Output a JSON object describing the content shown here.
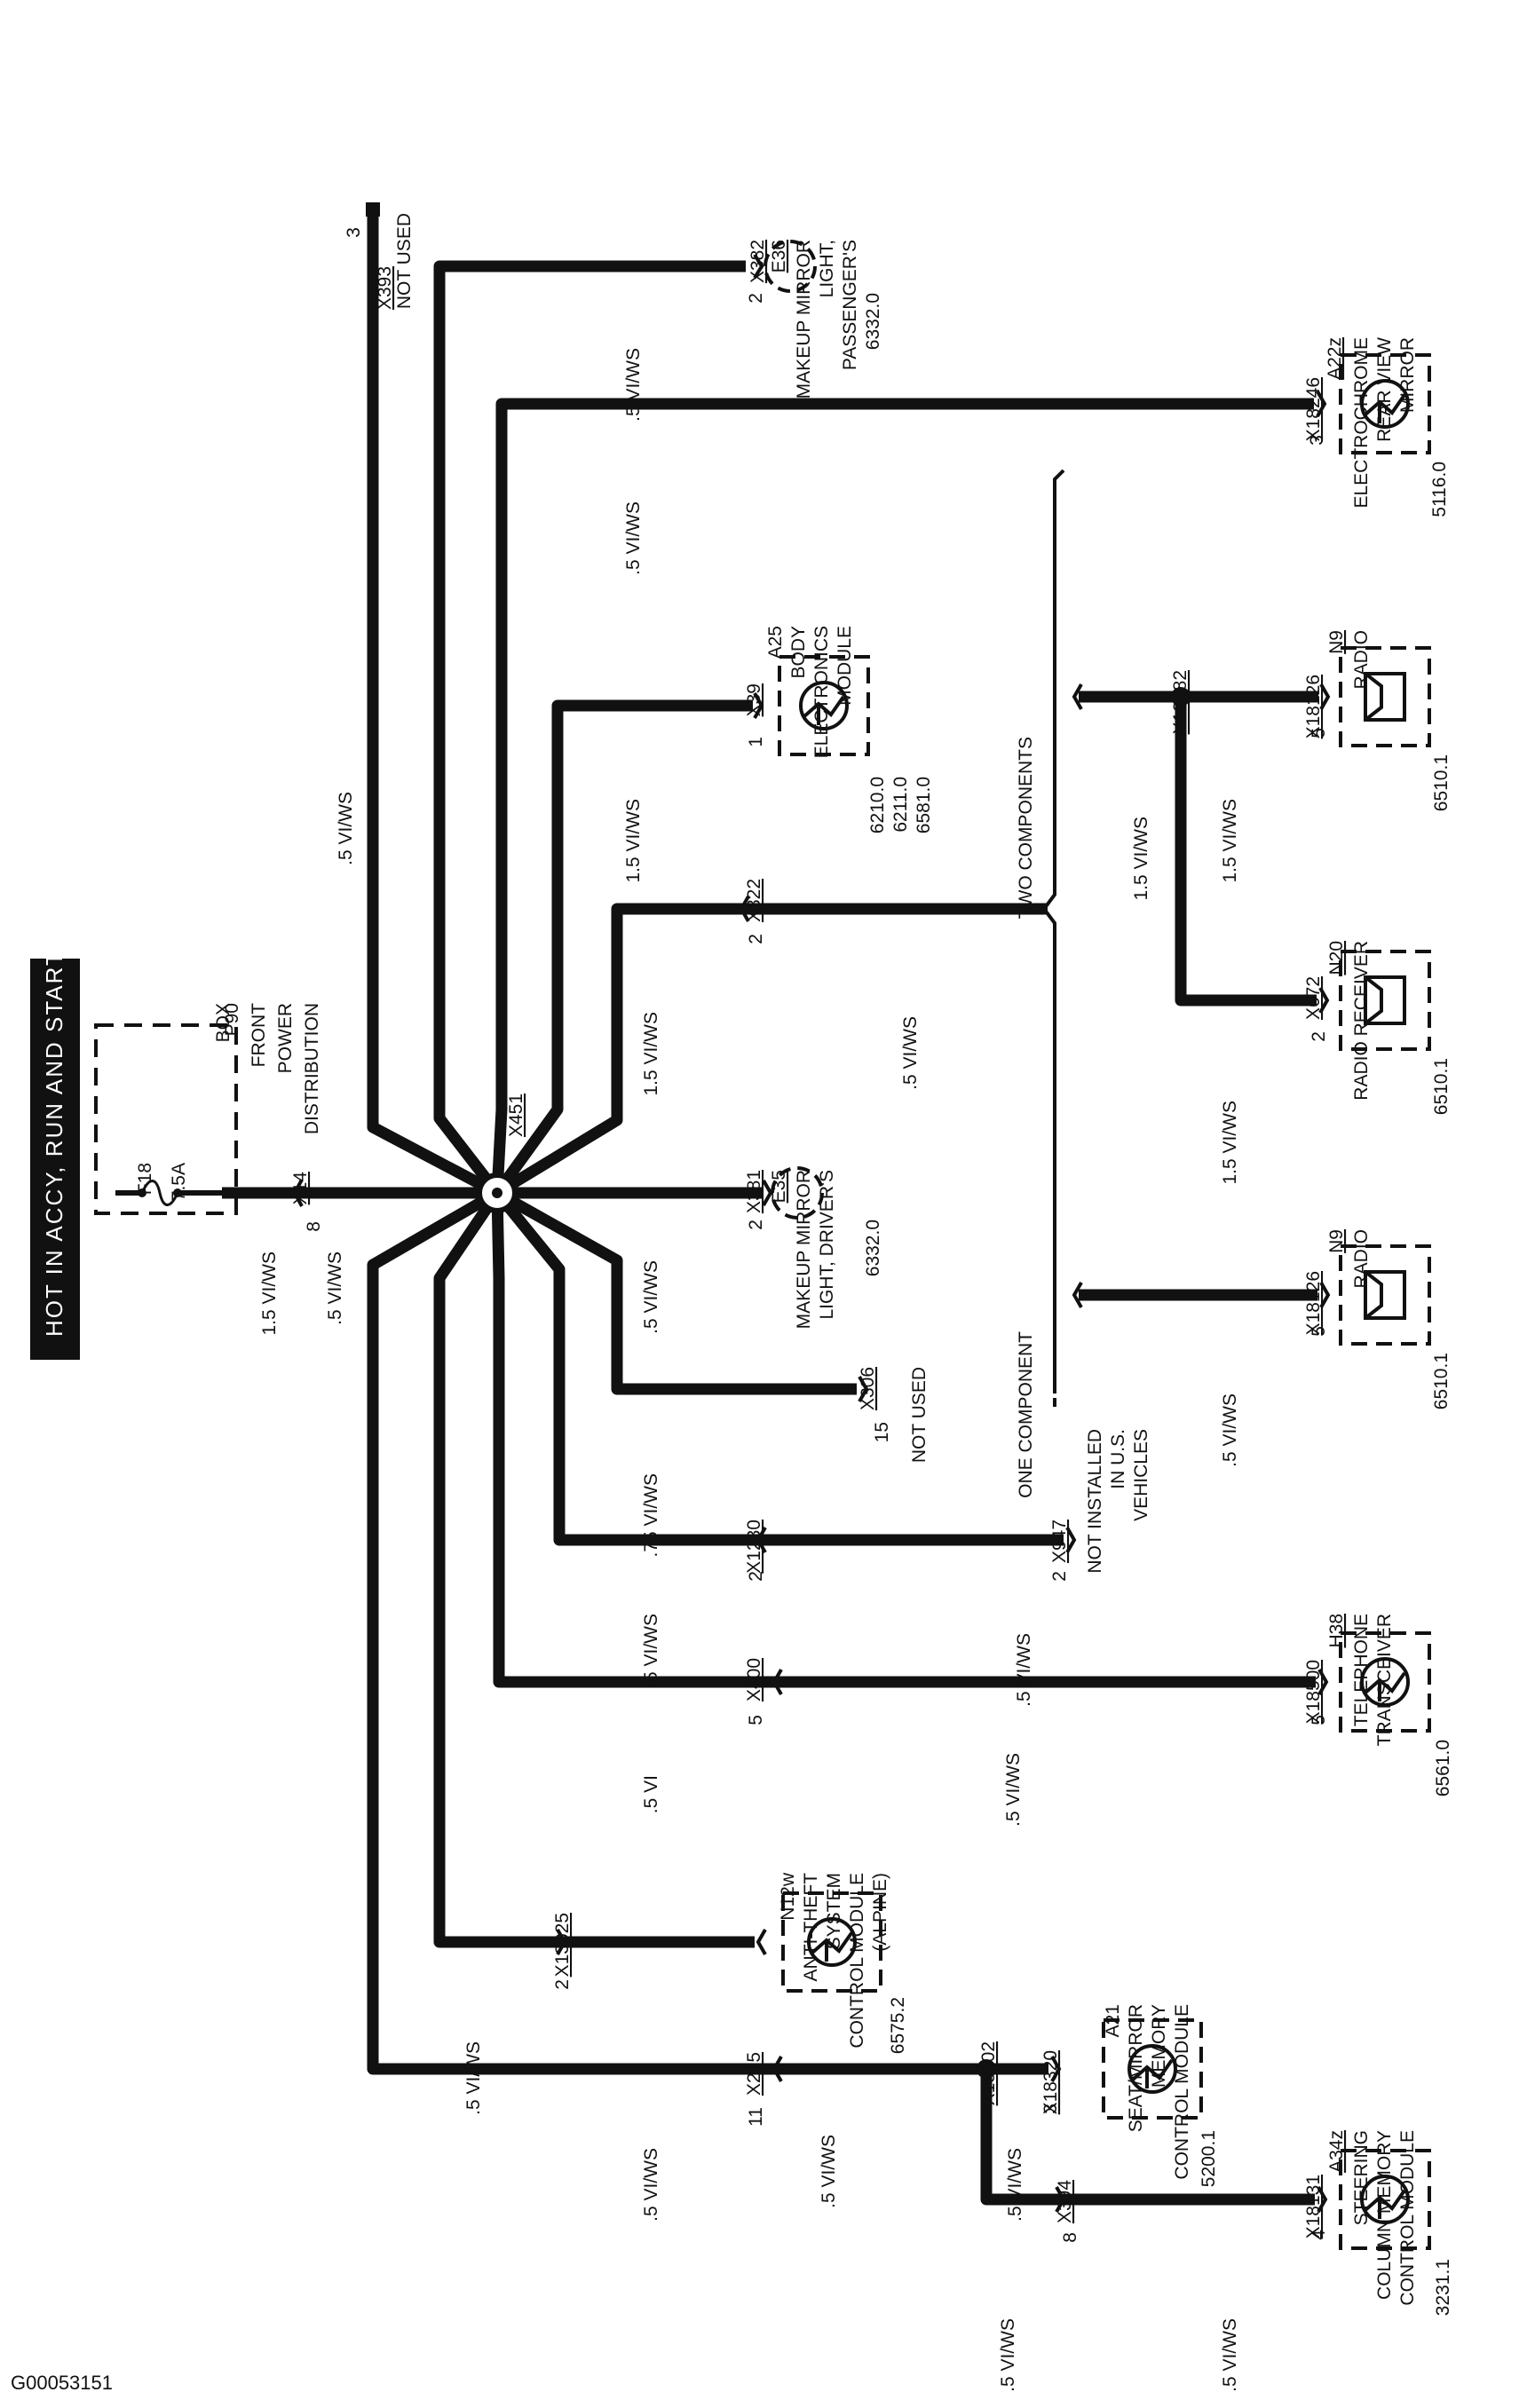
{
  "header_label": "HOT IN ACCY, RUN AND START",
  "figure_id": "G00053151",
  "colors": {
    "wire": "#111111",
    "background": "#ffffff",
    "header_bg": "#111111",
    "header_text": "#ffffff"
  },
  "fuse_box": {
    "ref": "P90",
    "lines": [
      "FRONT",
      "POWER",
      "DISTRIBUTION",
      "BOX"
    ],
    "fuse_ref": "F18",
    "fuse_rating": "7.5A"
  },
  "feed": {
    "connector": "X14",
    "pin": "8",
    "wire": "1.5 VI/WS"
  },
  "splice": {
    "ref": "X451"
  },
  "wires": [
    {
      "label": "1.5 VI/WS"
    },
    {
      "label": ".5 VI/WS"
    },
    {
      "label": ".5 VI/WS"
    },
    {
      "label": ".5 VI/WS"
    },
    {
      "label": "1.5 VI/WS"
    },
    {
      "label": "1.5 VI/WS"
    },
    {
      "label": ".5 VI/WS"
    },
    {
      "label": ".5 VI/WS"
    },
    {
      "label": ".75 VI/WS"
    },
    {
      "label": ".5 VI/WS"
    },
    {
      "label": ".5 VI/WS"
    },
    {
      "label": ".5 VI"
    },
    {
      "label": ".5 VI/WS"
    },
    {
      "label": ".5 VI/WS"
    },
    {
      "label": ".5 VI/WS"
    },
    {
      "label": ".5 VI/WS"
    },
    {
      "label": ".5 VI/WS"
    },
    {
      "label": ".5 VI/WS"
    },
    {
      "label": "1.5 VI/WS"
    },
    {
      "label": "1.5 VI/WS"
    },
    {
      "label": "1.5 VI/WS"
    },
    {
      "label": ".5 VI/WS"
    },
    {
      "label": ".5 VI/WS"
    },
    {
      "label": ".5 VI/WS"
    }
  ],
  "connectors": [
    {
      "ref": "X393",
      "pin": "3",
      "note": "NOT USED"
    },
    {
      "ref": "X382",
      "pin": "2"
    },
    {
      "ref": "X18246",
      "pin": "3"
    },
    {
      "ref": "X39",
      "pin": "1"
    },
    {
      "ref": "X322",
      "pin": "2"
    },
    {
      "ref": "X18182"
    },
    {
      "ref": "X18126",
      "pin": "5"
    },
    {
      "ref": "X672",
      "pin": "2"
    },
    {
      "ref": "X381",
      "pin": "2"
    },
    {
      "ref": "X18126",
      "pin": "5"
    },
    {
      "ref": "X306",
      "pin": "15",
      "note": "NOT USED"
    },
    {
      "ref": "X1230",
      "pin": "2"
    },
    {
      "ref": "X947",
      "pin": "2"
    },
    {
      "ref": "X400",
      "pin": "5"
    },
    {
      "ref": "X18500",
      "pin": "5"
    },
    {
      "ref": "X13025",
      "pin": "2"
    },
    {
      "ref": "X275",
      "pin": "11"
    },
    {
      "ref": "X18102"
    },
    {
      "ref": "X18320",
      "pin": "3"
    },
    {
      "ref": "X394",
      "pin": "8"
    },
    {
      "ref": "X18131",
      "pin": "4"
    }
  ],
  "components": [
    {
      "ref": "E36",
      "lines": [
        "MAKEUP MIRROR",
        "LIGHT,",
        "PASSENGER'S"
      ],
      "page": "6332.0"
    },
    {
      "ref": "A22z",
      "lines": [
        "ELECTROCHROME",
        "REAR VIEW",
        "MIRROR"
      ],
      "page": "5116.0"
    },
    {
      "ref": "A25",
      "lines": [
        "BODY",
        "ELECTRONICS",
        "MODULE"
      ],
      "pages": [
        "6210.0",
        "6211.0",
        "6581.0"
      ]
    },
    {
      "ref": "N9",
      "lines": [
        "RADIO"
      ],
      "page": "6510.1"
    },
    {
      "ref": "N20",
      "lines": [
        "RADIO RECEIVER"
      ],
      "page": "6510.1"
    },
    {
      "ref": "E35",
      "lines": [
        "MAKEUP MIRROR",
        "LIGHT, DRIVER'S"
      ],
      "page": "6332.0"
    },
    {
      "ref": "N9",
      "lines": [
        "RADIO"
      ],
      "page": "6510.1"
    },
    {
      "ref": "",
      "lines": [
        "NOT INSTALLED",
        "IN U.S.",
        "VEHICLES"
      ]
    },
    {
      "ref": "H38",
      "lines": [
        "TELEPHONE",
        "TRANSCEIVER"
      ],
      "page": "6561.0"
    },
    {
      "ref": "N12w",
      "lines": [
        "ANTI-THEFT",
        "SYSTEM",
        "CONTROL MODULE",
        "(ALPINE)"
      ],
      "page": "6575.2"
    },
    {
      "ref": "A21",
      "lines": [
        "SEAT/MIRROR",
        "MEMORY",
        "CONTROL MODULE"
      ],
      "page": "5200.1"
    },
    {
      "ref": "A34z",
      "lines": [
        "STEERING",
        "COLUMN MEMORY",
        "CONTROL MODULE"
      ],
      "page": "3231.1"
    }
  ],
  "groups": [
    {
      "label": "TWO COMPONENTS"
    },
    {
      "label": "ONE COMPONENT"
    }
  ]
}
